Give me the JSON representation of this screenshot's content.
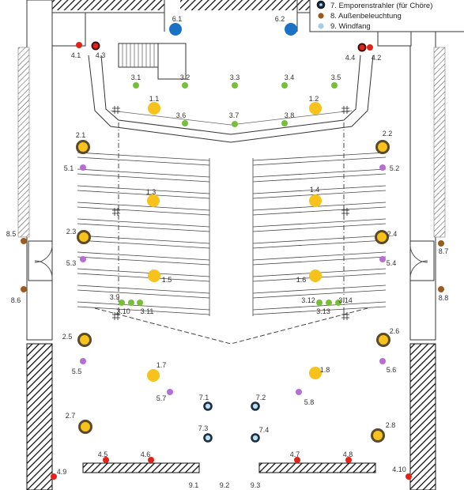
{
  "legend": {
    "items": [
      {
        "text": "7. Emporenstrahler (für Chöre)",
        "marker": "dark-ring",
        "color": "#1c2d3d"
      },
      {
        "text": "8. Außenbeleuchtung",
        "marker": "dot",
        "color": "#9a5b1d"
      },
      {
        "text": "9. Windfang",
        "marker": "dot",
        "color": "#a9cce6"
      }
    ]
  },
  "colors": {
    "yellow": "#f7c21b",
    "green": "#77bf3b",
    "purple": "#b66ed6",
    "red": "#e2231a",
    "blue": "#1a72c4",
    "brown": "#9a5b1d",
    "ring_outer": "#5a4a2a",
    "emporen": "#1c2d3d",
    "windfang": "#a9cce6"
  },
  "fixtures": [
    {
      "id": "6.1",
      "type": "blue"
    },
    {
      "id": "6.2",
      "type": "blue"
    },
    {
      "id": "4.1",
      "type": "red"
    },
    {
      "id": "4.3",
      "type": "red-ring"
    },
    {
      "id": "4.4",
      "type": "red-ring"
    },
    {
      "id": "4.2",
      "type": "red"
    },
    {
      "id": "3.1",
      "type": "green"
    },
    {
      "id": "3.2",
      "type": "green"
    },
    {
      "id": "3.3",
      "type": "green"
    },
    {
      "id": "3.4",
      "type": "green"
    },
    {
      "id": "3.5",
      "type": "green"
    },
    {
      "id": "1.1",
      "type": "yellow"
    },
    {
      "id": "1.2",
      "type": "yellow"
    },
    {
      "id": "3.6",
      "type": "green"
    },
    {
      "id": "3.7",
      "type": "green"
    },
    {
      "id": "3.8",
      "type": "green"
    },
    {
      "id": "2.1",
      "type": "ring"
    },
    {
      "id": "2.2",
      "type": "ring"
    },
    {
      "id": "5.1",
      "type": "purple"
    },
    {
      "id": "5.2",
      "type": "purple"
    },
    {
      "id": "1.3",
      "type": "yellow"
    },
    {
      "id": "1.4",
      "type": "yellow"
    },
    {
      "id": "8.5",
      "type": "brown"
    },
    {
      "id": "8.7",
      "type": "brown"
    },
    {
      "id": "2.3",
      "type": "ring"
    },
    {
      "id": "2.4",
      "type": "ring"
    },
    {
      "id": "5.3",
      "type": "purple"
    },
    {
      "id": "5.4",
      "type": "purple"
    },
    {
      "id": "1.5",
      "type": "yellow"
    },
    {
      "id": "1.6",
      "type": "yellow"
    },
    {
      "id": "8.6",
      "type": "brown"
    },
    {
      "id": "8.8",
      "type": "brown"
    },
    {
      "id": "3.9",
      "type": "green"
    },
    {
      "id": "3.10",
      "type": "green"
    },
    {
      "id": "3.11",
      "type": "green"
    },
    {
      "id": "3.12",
      "type": "green"
    },
    {
      "id": "3.13",
      "type": "green"
    },
    {
      "id": "3.14",
      "type": "green"
    },
    {
      "id": "2.5",
      "type": "ring"
    },
    {
      "id": "2.6",
      "type": "ring"
    },
    {
      "id": "5.5",
      "type": "purple"
    },
    {
      "id": "5.6",
      "type": "purple"
    },
    {
      "id": "1.7",
      "type": "yellow"
    },
    {
      "id": "1.8",
      "type": "yellow"
    },
    {
      "id": "5.7",
      "type": "purple"
    },
    {
      "id": "5.8",
      "type": "purple"
    },
    {
      "id": "7.1",
      "type": "dark-ring"
    },
    {
      "id": "7.2",
      "type": "dark-ring"
    },
    {
      "id": "7.3",
      "type": "dark-ring"
    },
    {
      "id": "7.4",
      "type": "dark-ring"
    },
    {
      "id": "2.7",
      "type": "ring"
    },
    {
      "id": "2.8",
      "type": "ring"
    },
    {
      "id": "4.5",
      "type": "red"
    },
    {
      "id": "4.6",
      "type": "red"
    },
    {
      "id": "4.7",
      "type": "red"
    },
    {
      "id": "4.8",
      "type": "red"
    },
    {
      "id": "4.9",
      "type": "red"
    },
    {
      "id": "4.10",
      "type": "red"
    }
  ],
  "extra_labels": [
    {
      "id": "9.1"
    },
    {
      "id": "9.2"
    },
    {
      "id": "9.3"
    }
  ]
}
